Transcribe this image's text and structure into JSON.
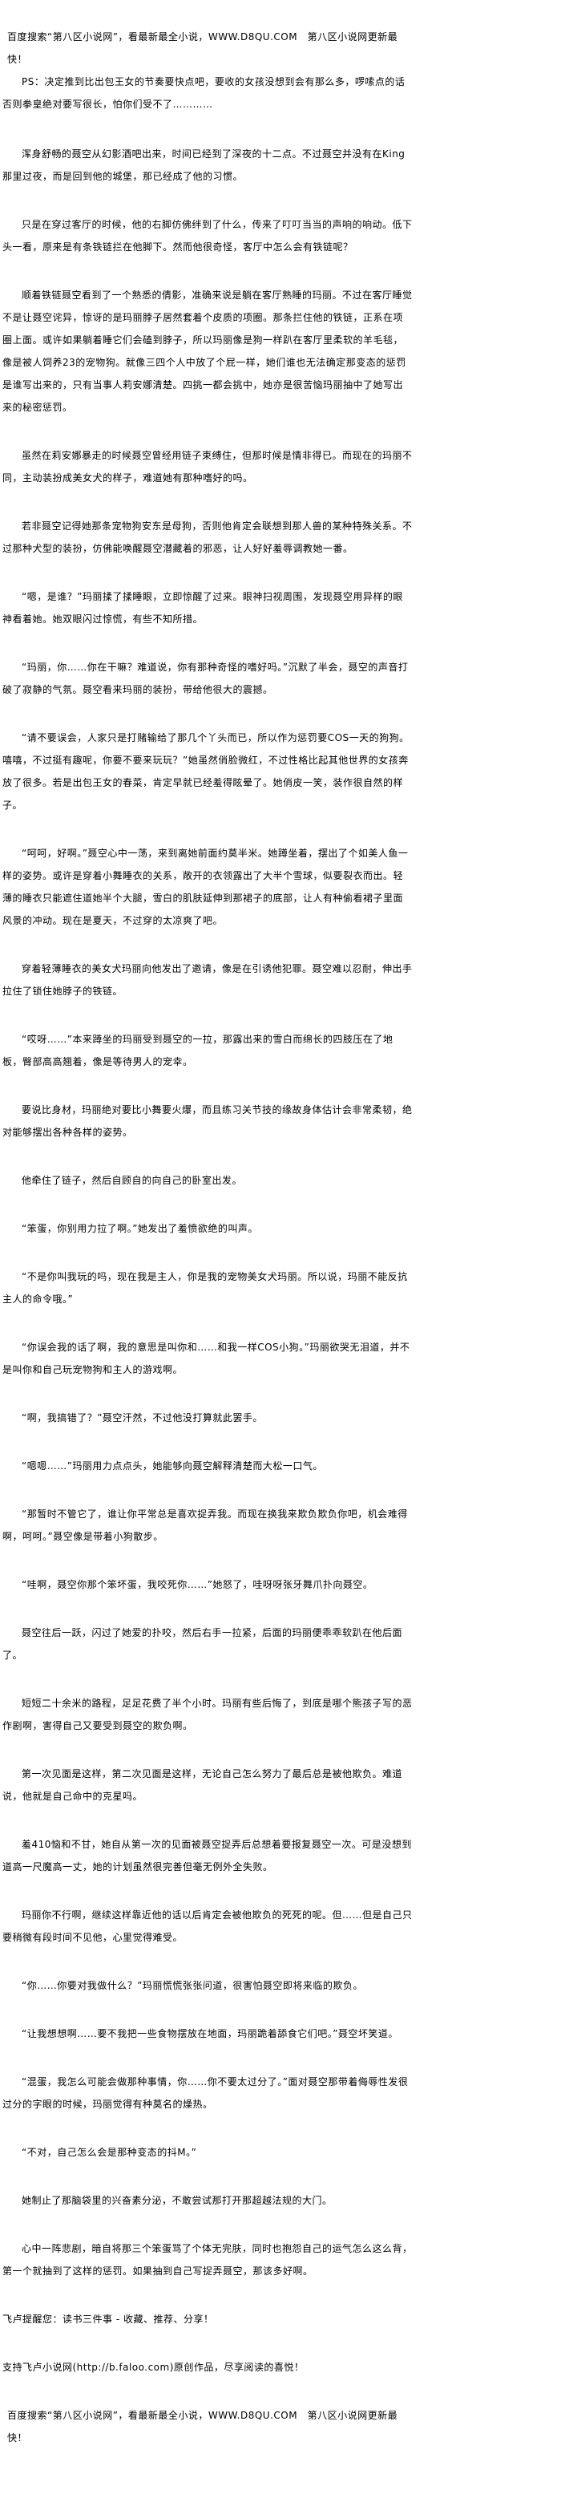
{
  "header_banner": "百度搜索“第八区小说网”，看最新最全小说，WWW.D8QU.COM　第八区小说网更新最快！",
  "ps_note": "PS：决定推到比出包王女的节奏要快点吧，要收的女孩没想到会有那么多，啰嗦点的话否则拳皇绝对要写很长，怕你们受不了…………",
  "paragraphs": [
    "浑身舒畅的聂空从幻影酒吧出来，时间已经到了深夜的十二点。不过聂空并没有在King那里过夜，而是回到他的城堡，那已经成了他的习惯。",
    "只是在穿过客厅的时候，他的右脚仿佛绊到了什么，传来了叮叮当当的声响的响动。低下头一看，原来是有条铁链拦在他脚下。然而他很奇怪，客厅中怎么会有铁链呢？",
    "顺着铁链聂空看到了一个熟悉的倩影，准确来说是躺在客厅熟睡的玛丽。不过在客厅睡觉不是让聂空诧异，惊讶的是玛丽脖子居然套着个皮质的项圈。那条拦住他的铁链，正系在项圈上面。或许如果躺着睡它们会磕到脖子，所以玛丽像是狗一样趴在客厅里柔软的羊毛毯，像是被人饲养23的宠物狗。就像三四个人中放了个屁一样，她们谁也无法确定那变态的惩罚是谁写出来的，只有当事人莉安娜清楚。四挑一都会挑中，她亦是很苦恼玛丽抽中了她写出来的秘密惩罚。",
    "虽然在莉安娜暴走的时候聂空曾经用链子束缚住，但那时候是情非得已。而现在的玛丽不同，主动装扮成美女犬的样子，难道她有那种嗜好的吗。",
    "若非聂空记得她那条宠物狗安东是母狗，否则他肯定会联想到那人兽的某种特殊关系。不过那种犬型的装扮，仿佛能唤醒聂空潜藏着的邪恶，让人好好羞辱调教她一番。",
    "“嗯，是谁？”玛丽揉了揉睡眼，立即惊醒了过来。眼神扫视周围，发现聂空用异样的眼神看着她。她双眼闪过惊慌，有些不知所措。",
    "“玛丽，你……你在干嘛？难道说，你有那种奇怪的嗜好吗。”沉默了半会，聂空的声音打破了寂静的气氛。聂空看来玛丽的装扮，带给他很大的震撼。",
    "“请不要误会，人家只是打赌输给了那几个丫头而已，所以作为惩罚要COS一天的狗狗。嘻嘻，不过挺有趣呢，你要不要来玩玩？”她虽然俏脸微红，不过性格比起其他世界的女孩奔放了很多。若是出包王女的春菜，肯定早就已经羞得眩晕了。她俏皮一笑，装作很自然的样子。",
    "“呵呵，好啊。”聂空心中一荡，来到离她前面约莫半米。她蹲坐着，摆出了个如美人鱼一样的姿势。或许是穿着小舞睡衣的关系，敞开的衣领露出了大半个雪球，似要裂衣而出。轻薄的睡衣只能遮住道她半个大腿，雪白的肌肤延伸到那裙子的底部，让人有种偷看裙子里面风景的冲动。现在是夏天，不过穿的太凉爽了吧。",
    "穿着轻薄睡衣的美女犬玛丽向他发出了邀请，像是在引诱他犯罪。聂空难以忍耐，伸出手拉住了锁住她脖子的铁链。",
    "“哎呀……”本来蹲坐的玛丽受到聂空的一拉，那露出来的雪白而绵长的四肢压在了地板，臀部高高翘着，像是等待男人的宠幸。",
    "要说比身材，玛丽绝对要比小舞要火爆，而且练习关节技的缘故身体估计会非常柔韧，绝对能够摆出各种各样的姿势。",
    "他牵住了链子，然后自顾自的向自己的卧室出发。",
    "“笨蛋，你别用力拉了啊。”她发出了羞愤欲绝的叫声。",
    "“不是你叫我玩的吗，现在我是主人，你是我的宠物美女犬玛丽。所以说，玛丽不能反抗主人的命令哦。”",
    "“你误会我的话了啊，我的意思是叫你和……和我一样COS小狗。”玛丽欲哭无泪道，并不是叫你和自己玩宠物狗和主人的游戏啊。",
    "“啊，我搞错了？”聂空汗然，不过他没打算就此罢手。",
    "“嗯嗯……”玛丽用力点点头，她能够向聂空解释清楚而大松一口气。",
    "“那暂时不管它了，谁让你平常总是喜欢捉弄我。而现在换我来欺负欺负你吧，机会难得啊，呵呵。”聂空像是带着小狗散步。",
    "“哇啊，聂空你那个笨坏蛋，我咬死你……”她怒了，哇呀呀张牙舞爪扑向聂空。",
    "聂空往后一跃，闪过了她爱的扑咬，然后右手一拉紧，后面的玛丽便乖乖软趴在他后面了。",
    "短短二十余米的路程，足足花费了半个小时。玛丽有些后悔了，到底是哪个熊孩子写的恶作剧啊，害得自己又要受到聂空的欺负啊。",
    "第一次见面是这样，第二次见面是这样，无论自己怎么努力了最后总是被他欺负。难道说，他就是自己命中的克星吗。",
    "羞410恼和不甘，她自从第一次的见面被聂空捉弄后总想着要报复聂空一次。可是没想到道高一尺魔高一丈，她的计划虽然很完善但毫无例外全失败。",
    "玛丽你不行啊，继续这样靠近他的话以后肯定会被他欺负的死死的呢。但……但是自己只要稍微有段时间不见他，心里觉得难受。",
    "“你……你要对我做什么？”玛丽慌慌张张问道，很害怕聂空即将来临的欺负。",
    "“让我想想啊……要不我把一些食物摆放在地面，玛丽跪着舔食它们吧。”聂空坏笑道。",
    "“混蛋，我怎么可能会做那种事情，你……你不要太过分了。”面对聂空那带着侮辱性发很过分的字眼的时候，玛丽觉得有种莫名的燥热。",
    "“不对，自己怎么会是那种变态的抖M。”",
    "她制止了那脑袋里的兴奋素分泌，不敢尝试那打开那超越法规的大门。",
    "心中一阵悲剧，暗自将那三个笨蛋骂了个体无完肤，同时也抱怨自己的运气怎么这么背，第一个就抽到了这样的惩罚。如果抽到自己写捉弄聂空，那该多好啊。"
  ],
  "reminder": "飞卢提醒您：读书三件事 - 收藏、推荐、分享！",
  "support_note": "支持飞卢小说网(http://b.faloo.com)原创作品，尽享阅读的喜悦！",
  "footer_banner": "百度搜索“第八区小说网”，看最新最全小说，WWW.D8QU.COM　第八区小说网更新最快！"
}
